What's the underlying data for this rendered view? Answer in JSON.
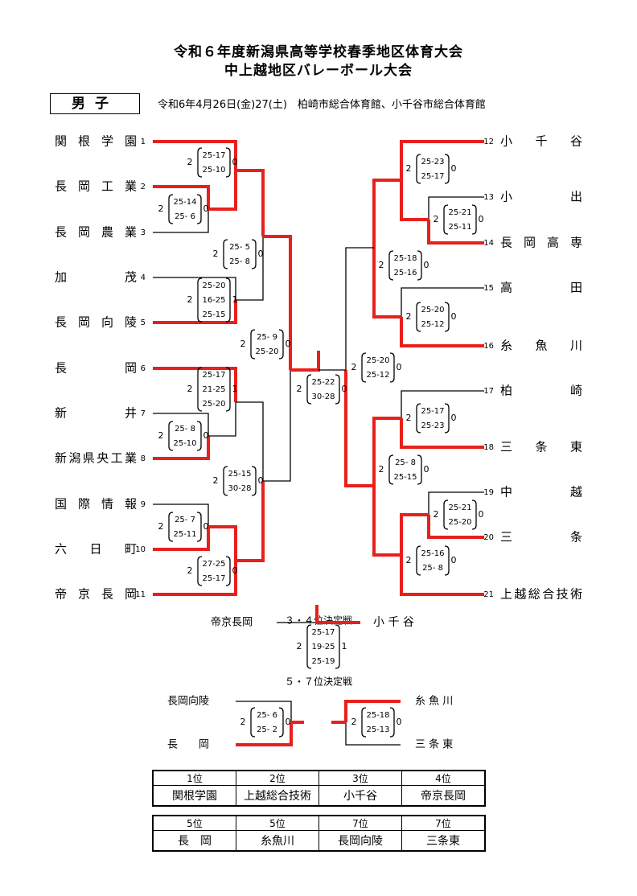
{
  "header": {
    "title_line1": "令和６年度新潟県高等学校春季地区体育大会",
    "title_line2": "中上越地区バレーボール大会",
    "gender": "男子",
    "dates_venue": "令和6年4月26日(金)27(土)　柏崎市総合体育館、小千谷市総合体育館"
  },
  "teams_left": [
    {
      "no": "1",
      "name": "関根学園"
    },
    {
      "no": "2",
      "name": "長岡工業"
    },
    {
      "no": "3",
      "name": "長岡農業"
    },
    {
      "no": "4",
      "name": "加茂"
    },
    {
      "no": "5",
      "name": "長岡向陵"
    },
    {
      "no": "6",
      "name": "長岡"
    },
    {
      "no": "7",
      "name": "新井"
    },
    {
      "no": "8",
      "name": "新潟県央工業"
    },
    {
      "no": "9",
      "name": "国際情報"
    },
    {
      "no": "10",
      "name": "六日町"
    },
    {
      "no": "11",
      "name": "帝京長岡"
    }
  ],
  "teams_right": [
    {
      "no": "12",
      "name": "小千谷"
    },
    {
      "no": "13",
      "name": "小出"
    },
    {
      "no": "14",
      "name": "長岡高専"
    },
    {
      "no": "15",
      "name": "高田"
    },
    {
      "no": "16",
      "name": "糸魚川"
    },
    {
      "no": "17",
      "name": "柏崎"
    },
    {
      "no": "18",
      "name": "三条東"
    },
    {
      "no": "19",
      "name": "中越"
    },
    {
      "no": "20",
      "name": "三条"
    },
    {
      "no": "21",
      "name": "上越総合技術"
    }
  ],
  "scores": {
    "m1_1v2": {
      "top": "2",
      "sets": [
        "25-17",
        "25-10"
      ],
      "bottom": "0"
    },
    "m_2v3": {
      "top": "2",
      "sets": [
        "25-14",
        "25-  6"
      ],
      "bottom": "0"
    },
    "m_4v5": {
      "top": "2",
      "sets": [
        "25-20",
        "16-25",
        "25-15"
      ],
      "bottom": "1"
    },
    "m_qf_l1": {
      "top": "2",
      "sets": [
        "25-  5",
        "25-  8"
      ],
      "bottom": "0"
    },
    "m_7v8": {
      "top": "2",
      "sets": [
        "25-  8",
        "25-10"
      ],
      "bottom": "0"
    },
    "m_6v7": {
      "top": "2",
      "sets": [
        "25-17",
        "21-25",
        "25-20"
      ],
      "bottom": "1"
    },
    "m_9v10": {
      "top": "2",
      "sets": [
        "25-  7",
        "25-11"
      ],
      "bottom": "0"
    },
    "m_10v11": {
      "top": "2",
      "sets": [
        "27-25",
        "25-17"
      ],
      "bottom": "0"
    },
    "m_qf_l2": {
      "top": "2",
      "sets": [
        "25-15",
        "30-28"
      ],
      "bottom": "0"
    },
    "m_sf_l": {
      "top": "2",
      "sets": [
        "25-  9",
        "25-20"
      ],
      "bottom": "0"
    },
    "m_final": {
      "top": "2",
      "sets": [
        "25-22",
        "30-28"
      ],
      "bottom": "0"
    },
    "m_12v13": {
      "top": "2",
      "sets": [
        "25-23",
        "25-17"
      ],
      "bottom": "0"
    },
    "m_13v14": {
      "top": "2",
      "sets": [
        "25-21",
        "25-11"
      ],
      "bottom": "0"
    },
    "m_15v16": {
      "top": "2",
      "sets": [
        "25-20",
        "25-12"
      ],
      "bottom": "0"
    },
    "m_qf_r1": {
      "top": "2",
      "sets": [
        "25-18",
        "25-16"
      ],
      "bottom": "0"
    },
    "m_sf_r": {
      "top": "2",
      "sets": [
        "25-20",
        "25-12"
      ],
      "bottom": "0"
    },
    "m_17v18": {
      "top": "2",
      "sets": [
        "25-17",
        "25-23"
      ],
      "bottom": "0"
    },
    "m_19v20": {
      "top": "2",
      "sets": [
        "25-21",
        "25-20"
      ],
      "bottom": "0"
    },
    "m_20v21": {
      "top": "2",
      "sets": [
        "25-16",
        "25-  8"
      ],
      "bottom": "0"
    },
    "m_qf_r2": {
      "top": "2",
      "sets": [
        "25-  8",
        "25-15"
      ],
      "bottom": "0"
    },
    "m_third": {
      "top": "2",
      "sets": [
        "25-17",
        "19-25",
        "25-19"
      ],
      "bottom": "1"
    },
    "m_57_l": {
      "top": "2",
      "sets": [
        "25-  6",
        "25-  2"
      ],
      "bottom": "0"
    },
    "m_57_r": {
      "top": "2",
      "sets": [
        "25-18",
        "25-13"
      ],
      "bottom": "0"
    }
  },
  "third_place": {
    "title": "３・４位決定戦",
    "left": "帝京長岡",
    "right": "小 千 谷"
  },
  "fifth_place": {
    "title": "５・７位決定戦",
    "left_top": "長岡向陵",
    "left_bottom": "長　　岡",
    "right_top": "糸 魚 川",
    "right_bottom": "三 条 東"
  },
  "ranking_1": {
    "headers": [
      "1位",
      "2位",
      "3位",
      "4位"
    ],
    "names": [
      "関根学園",
      "上越総合技術",
      "小千谷",
      "帝京長岡"
    ]
  },
  "ranking_2": {
    "headers": [
      "5位",
      "5位",
      "7位",
      "7位"
    ],
    "names": [
      "長　岡",
      "糸魚川",
      "長岡向陵",
      "三条東"
    ]
  },
  "colors": {
    "winner_line": "#e8201c",
    "loser_line": "#000000"
  }
}
